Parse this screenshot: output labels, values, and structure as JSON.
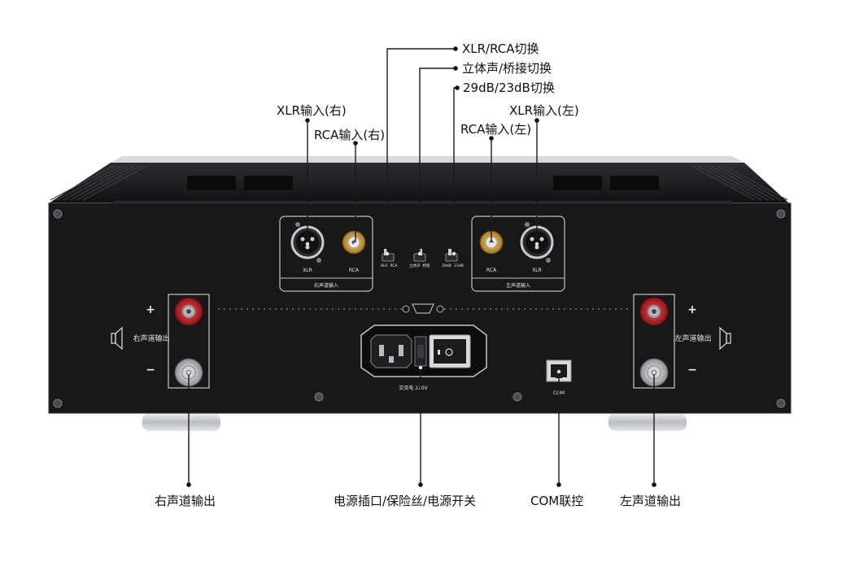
{
  "callouts": {
    "xlr_rca_switch": "XLR/RCA切换",
    "stereo_bridge_switch": "立体声/桥接切换",
    "gain_switch": "29dB/23dB切换",
    "xlr_in_right": "XLR输入(右)",
    "rca_in_right": "RCA输入(右)",
    "rca_in_left": "RCA输入(左)",
    "xlr_in_left": "XLR输入(左)",
    "right_out": "右声道输出",
    "power_socket": "电源插口/保险丝/电源开关",
    "com_link": "COM联控",
    "left_out": "左声道输出"
  },
  "panel": {
    "xlr": "XLR",
    "rca": "RCA",
    "right_input_group": "右声道输入",
    "left_input_group": "左声道输入",
    "switch_xlr": "XLR",
    "switch_rca": "RCA",
    "switch_stereo": "立体声",
    "switch_bridge": "桥接",
    "switch_29db": "29dB",
    "switch_23db": "23dB",
    "right_output_label": "右声道输出",
    "left_output_label": "左声道输出",
    "plus": "+",
    "minus": "−",
    "ac_label": "交流电 220V",
    "com": "COM"
  },
  "colors": {
    "chassis": "#17181a",
    "red_terminal": "#c8242b",
    "gold_rca": "#d8a437",
    "leader_line": "#1a1a1a"
  }
}
